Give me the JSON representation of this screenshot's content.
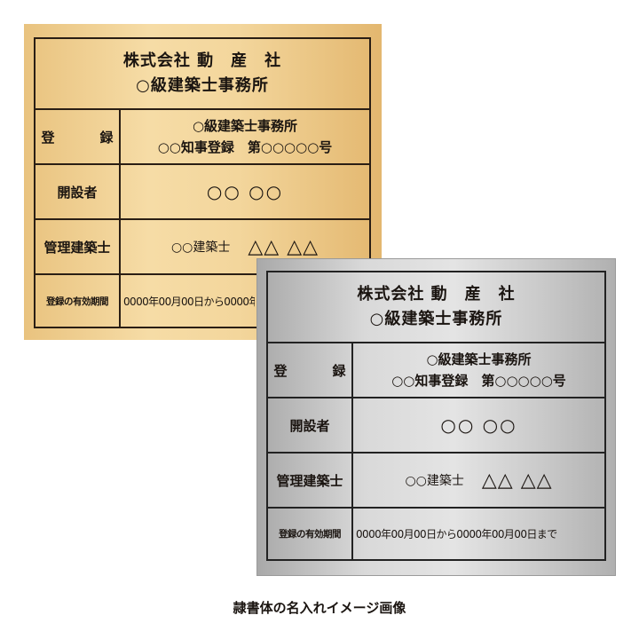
{
  "plate": {
    "company": "株式会社 動　産　社",
    "office": "○級建築士事務所",
    "rows": [
      {
        "label": "登　録",
        "lines": [
          "○級建築士事務所",
          "○○知事登録　第○○○○○号"
        ]
      },
      {
        "label": "開設者",
        "lines": [
          "○○ ○○"
        ]
      },
      {
        "label": "管理建築士",
        "lines": [
          "○○建築士",
          "△△ △△"
        ]
      },
      {
        "label": "登録の有効期間",
        "lines": [
          "0000年00月00日から0000年00月00日まで"
        ]
      }
    ]
  },
  "variants": {
    "gold": "#f3d69c",
    "silver": "#d9d9d9"
  },
  "caption": "隷書体の名入れイメージ画像"
}
